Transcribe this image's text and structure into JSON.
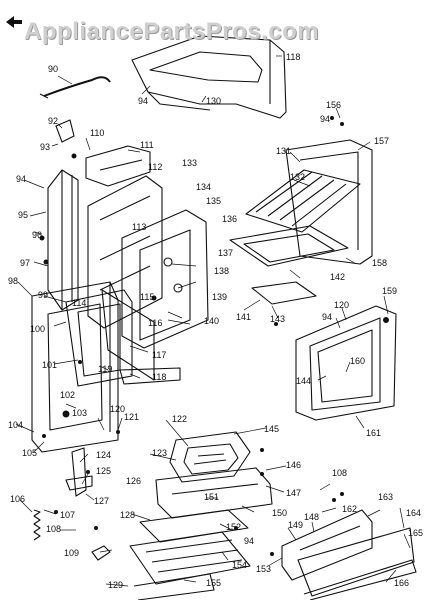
{
  "watermark": "AppliancePartsPros.com",
  "back_icon": "left-arrow-icon",
  "ink_color": "#111111",
  "part_numbers": [
    "90",
    "94",
    "130",
    "118",
    "92",
    "93",
    "110",
    "111",
    "112",
    "133",
    "134",
    "135",
    "136",
    "137",
    "138",
    "139",
    "140",
    "113",
    "94",
    "95",
    "96",
    "97",
    "98",
    "99",
    "114",
    "100",
    "101",
    "115",
    "116",
    "117",
    "118",
    "119",
    "102",
    "103",
    "104",
    "105",
    "120",
    "121",
    "122",
    "123",
    "124",
    "125",
    "126",
    "127",
    "106",
    "107",
    "108",
    "109",
    "128",
    "129",
    "151",
    "152",
    "94",
    "154",
    "155",
    "150",
    "147",
    "146",
    "131",
    "132",
    "157",
    "156",
    "94",
    "158",
    "142",
    "141",
    "143",
    "159",
    "120",
    "94",
    "144",
    "160",
    "161",
    "145",
    "108",
    "162",
    "163",
    "149",
    "148",
    "164",
    "165",
    "153",
    "166"
  ]
}
